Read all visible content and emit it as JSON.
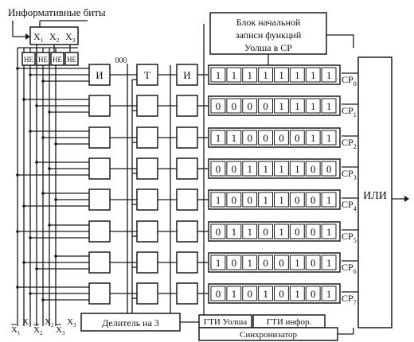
{
  "header": {
    "title": "Информативные биты"
  },
  "inputs": [
    {
      "letter": "X",
      "sub": "1"
    },
    {
      "letter": "X",
      "sub": "2"
    },
    {
      "letter": "X",
      "sub": "3"
    }
  ],
  "inverter_label": "НЕ",
  "init_block": {
    "lines": [
      "Блок начальной",
      "записи функций",
      "Уолша в СР"
    ]
  },
  "code_label": "000",
  "and_label": "И",
  "trigger_label": "Т",
  "registers": [
    {
      "name": "СР",
      "index": "0",
      "bits": [
        1,
        1,
        1,
        1,
        1,
        1,
        1,
        1
      ]
    },
    {
      "name": "СР",
      "index": "1",
      "bits": [
        0,
        0,
        0,
        0,
        1,
        1,
        1,
        1
      ]
    },
    {
      "name": "СР",
      "index": "2",
      "bits": [
        1,
        1,
        0,
        0,
        0,
        0,
        1,
        1
      ]
    },
    {
      "name": "СР",
      "index": "3",
      "bits": [
        0,
        0,
        1,
        1,
        1,
        1,
        0,
        0
      ]
    },
    {
      "name": "СР",
      "index": "4",
      "bits": [
        1,
        0,
        0,
        1,
        1,
        0,
        0,
        1
      ]
    },
    {
      "name": "СР",
      "index": "5",
      "bits": [
        0,
        1,
        1,
        0,
        1,
        0,
        0,
        1
      ]
    },
    {
      "name": "СР",
      "index": "6",
      "bits": [
        1,
        0,
        1,
        0,
        0,
        1,
        0,
        1
      ]
    },
    {
      "name": "СР",
      "index": "7",
      "bits": [
        0,
        1,
        0,
        1,
        0,
        1,
        0,
        1
      ]
    }
  ],
  "or_label": "ИЛИ",
  "divider_label": "Делитель на 3",
  "gti_walsh_label": "ГТИ Уолша",
  "gti_info_label": "ГТИ инфор.",
  "sync_label": "Синхронизатор",
  "bottom_vars": [
    {
      "letter": "X",
      "sub": "1",
      "bar": true
    },
    {
      "letter": "X",
      "sub": "1",
      "bar": false
    },
    {
      "letter": "X",
      "sub": "2",
      "bar": true
    },
    {
      "letter": "X",
      "sub": "2",
      "bar": false
    },
    {
      "letter": "X",
      "sub": "3",
      "bar": true
    },
    {
      "letter": "X",
      "sub": "3",
      "bar": false
    }
  ]
}
